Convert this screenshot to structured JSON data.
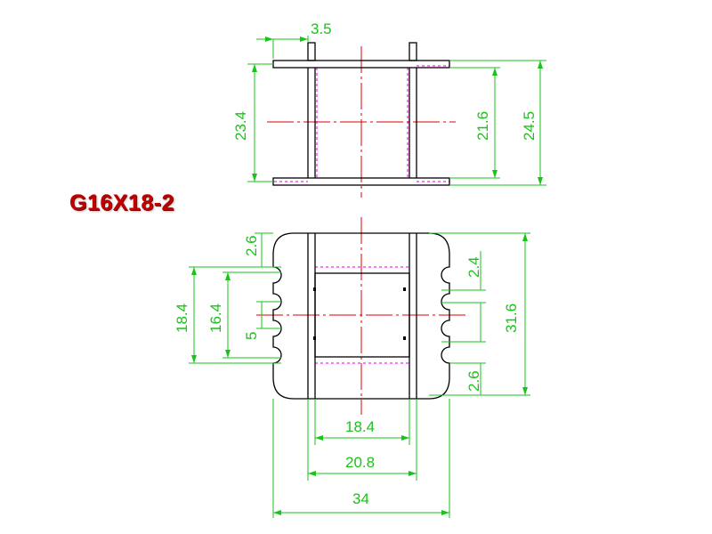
{
  "title": "G16X18-2",
  "colors": {
    "outline": "#000000",
    "dimension": "#18c418",
    "centerline": "#e00000",
    "hidden": "#e000e0",
    "title": "#c00000"
  },
  "top_view": {
    "dims": {
      "pin_width": "3.5",
      "flange_outer_height": "23.4",
      "window_height": "21.6",
      "overall_height": "24.5"
    }
  },
  "bottom_view": {
    "dims": {
      "end_flange": "2.6",
      "slot_span_outer": "18.4",
      "slot_span_inner": "16.4",
      "slot_pitch": "5",
      "tooth": "2.4",
      "end_flange_bottom": "2.6",
      "overall_height": "31.6",
      "core_width": "18.4",
      "window_width": "20.8",
      "overall_width": "34"
    }
  }
}
